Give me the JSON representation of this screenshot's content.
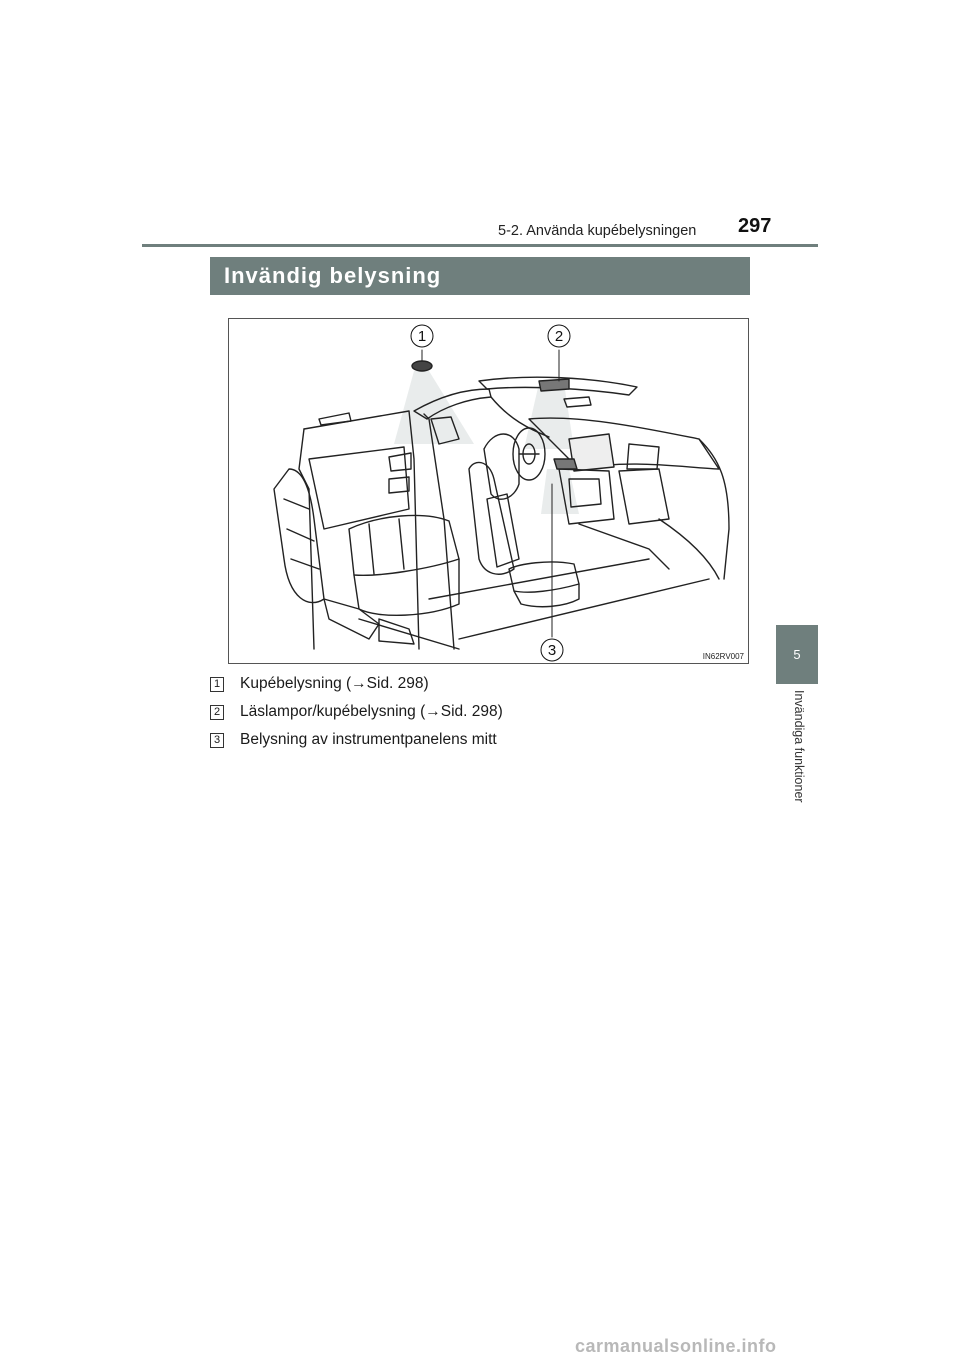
{
  "header": {
    "section": "5-2. Använda kupébelysningen",
    "page_number": "297"
  },
  "side_tab": {
    "chapter_number": "5",
    "chapter_title": "Invändiga funktioner"
  },
  "section": {
    "title": "Invändig belysning"
  },
  "figure": {
    "callouts": [
      "1",
      "2",
      "3"
    ],
    "code": "IN62RV007"
  },
  "legend": [
    {
      "num": "1",
      "text": "Kupébelysning (→Sid. 298)"
    },
    {
      "num": "2",
      "text": "Läslampor/kupébelysning (→Sid. 298)"
    },
    {
      "num": "3",
      "text": "Belysning av instrumentpanelens mitt"
    }
  ],
  "watermark": "carmanualsonline.info",
  "colors": {
    "accent": "#6f7f7d",
    "text": "#1a1a1a"
  }
}
